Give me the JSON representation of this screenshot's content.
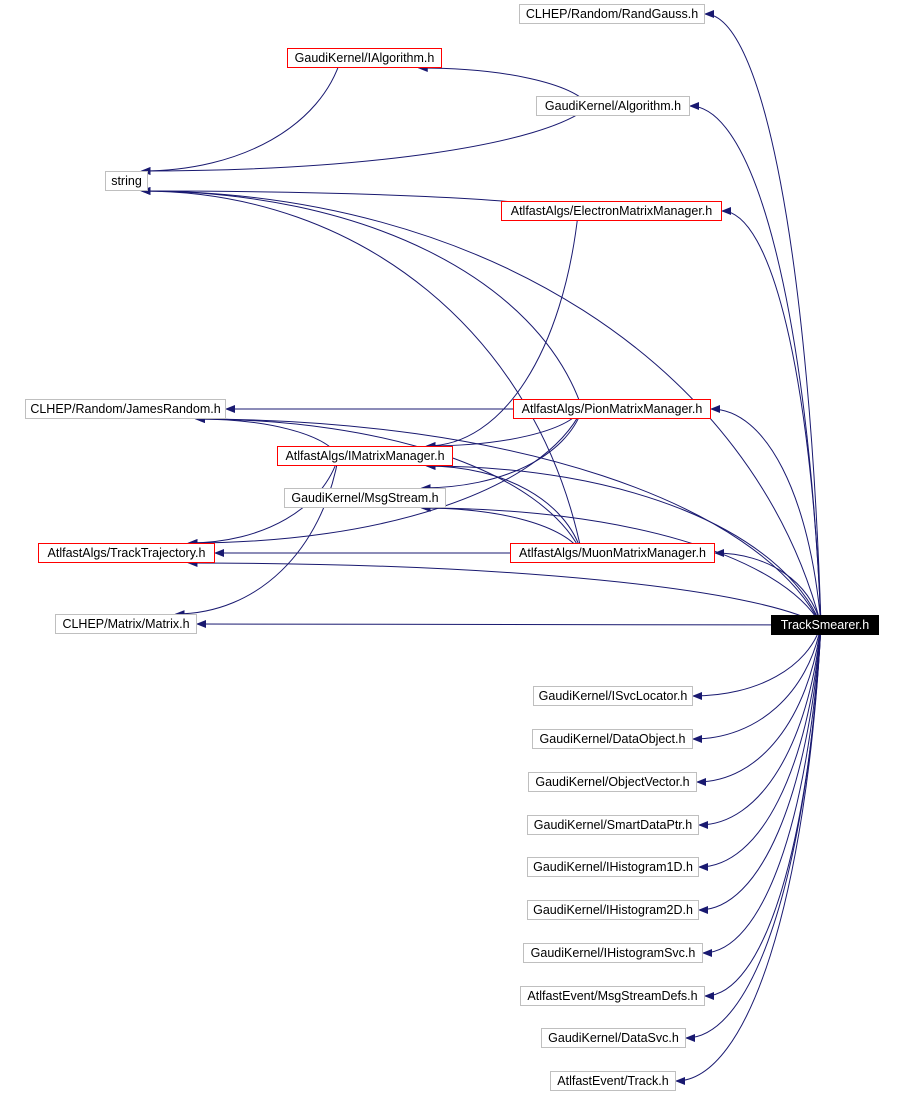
{
  "graph": {
    "root": "TrackSmearer.h",
    "nodes": {
      "randgauss": {
        "label": "CLHEP/Random/RandGauss.h",
        "style": "plain"
      },
      "ialgorithm": {
        "label": "GaudiKernel/IAlgorithm.h",
        "style": "red"
      },
      "algorithm": {
        "label": "GaudiKernel/Algorithm.h",
        "style": "plain"
      },
      "string": {
        "label": "string",
        "style": "plain"
      },
      "electron": {
        "label": "AtlfastAlgs/ElectronMatrixManager.h",
        "style": "red"
      },
      "jamesrandom": {
        "label": "CLHEP/Random/JamesRandom.h",
        "style": "plain"
      },
      "pion": {
        "label": "AtlfastAlgs/PionMatrixManager.h",
        "style": "red"
      },
      "imatrix": {
        "label": "AtlfastAlgs/IMatrixManager.h",
        "style": "red"
      },
      "msgstream": {
        "label": "GaudiKernel/MsgStream.h",
        "style": "plain"
      },
      "tracktraj": {
        "label": "AtlfastAlgs/TrackTrajectory.h",
        "style": "red"
      },
      "muon": {
        "label": "AtlfastAlgs/MuonMatrixManager.h",
        "style": "red"
      },
      "matrix": {
        "label": "CLHEP/Matrix/Matrix.h",
        "style": "plain"
      },
      "tracksmearer": {
        "label": "TrackSmearer.h",
        "style": "root"
      },
      "isvclocator": {
        "label": "GaudiKernel/ISvcLocator.h",
        "style": "plain"
      },
      "dataobject": {
        "label": "GaudiKernel/DataObject.h",
        "style": "plain"
      },
      "objectvector": {
        "label": "GaudiKernel/ObjectVector.h",
        "style": "plain"
      },
      "smartdataptr": {
        "label": "GaudiKernel/SmartDataPtr.h",
        "style": "plain"
      },
      "ihist1d": {
        "label": "GaudiKernel/IHistogram1D.h",
        "style": "plain"
      },
      "ihist2d": {
        "label": "GaudiKernel/IHistogram2D.h",
        "style": "plain"
      },
      "ihistsvc": {
        "label": "GaudiKernel/IHistogramSvc.h",
        "style": "plain"
      },
      "msgstreamdefs": {
        "label": "AtlfastEvent/MsgStreamDefs.h",
        "style": "plain"
      },
      "datasvc": {
        "label": "GaudiKernel/DataSvc.h",
        "style": "plain"
      },
      "track": {
        "label": "AtlfastEvent/Track.h",
        "style": "plain"
      }
    },
    "edges": [
      [
        "tracksmearer",
        "randgauss"
      ],
      [
        "tracksmearer",
        "algorithm"
      ],
      [
        "tracksmearer",
        "string"
      ],
      [
        "tracksmearer",
        "electron"
      ],
      [
        "tracksmearer",
        "jamesrandom"
      ],
      [
        "tracksmearer",
        "pion"
      ],
      [
        "tracksmearer",
        "imatrix"
      ],
      [
        "tracksmearer",
        "msgstream"
      ],
      [
        "tracksmearer",
        "muon"
      ],
      [
        "tracksmearer",
        "tracktraj"
      ],
      [
        "tracksmearer",
        "matrix"
      ],
      [
        "tracksmearer",
        "isvclocator"
      ],
      [
        "tracksmearer",
        "dataobject"
      ],
      [
        "tracksmearer",
        "objectvector"
      ],
      [
        "tracksmearer",
        "smartdataptr"
      ],
      [
        "tracksmearer",
        "ihist1d"
      ],
      [
        "tracksmearer",
        "ihist2d"
      ],
      [
        "tracksmearer",
        "ihistsvc"
      ],
      [
        "tracksmearer",
        "msgstreamdefs"
      ],
      [
        "tracksmearer",
        "datasvc"
      ],
      [
        "tracksmearer",
        "track"
      ],
      [
        "algorithm",
        "ialgorithm"
      ],
      [
        "algorithm",
        "string"
      ],
      [
        "ialgorithm",
        "string"
      ],
      [
        "electron",
        "string"
      ],
      [
        "electron",
        "imatrix"
      ],
      [
        "pion",
        "string"
      ],
      [
        "pion",
        "jamesrandom"
      ],
      [
        "pion",
        "imatrix"
      ],
      [
        "pion",
        "tracktraj"
      ],
      [
        "pion",
        "msgstream"
      ],
      [
        "imatrix",
        "jamesrandom"
      ],
      [
        "imatrix",
        "tracktraj"
      ],
      [
        "imatrix",
        "matrix"
      ],
      [
        "muon",
        "string"
      ],
      [
        "muon",
        "jamesrandom"
      ],
      [
        "muon",
        "imatrix"
      ],
      [
        "muon",
        "msgstream"
      ],
      [
        "muon",
        "tracktraj"
      ]
    ],
    "colors": {
      "edge": "#191970",
      "red_border": "#ff0000",
      "plain_border": "#bfbfbf"
    }
  }
}
